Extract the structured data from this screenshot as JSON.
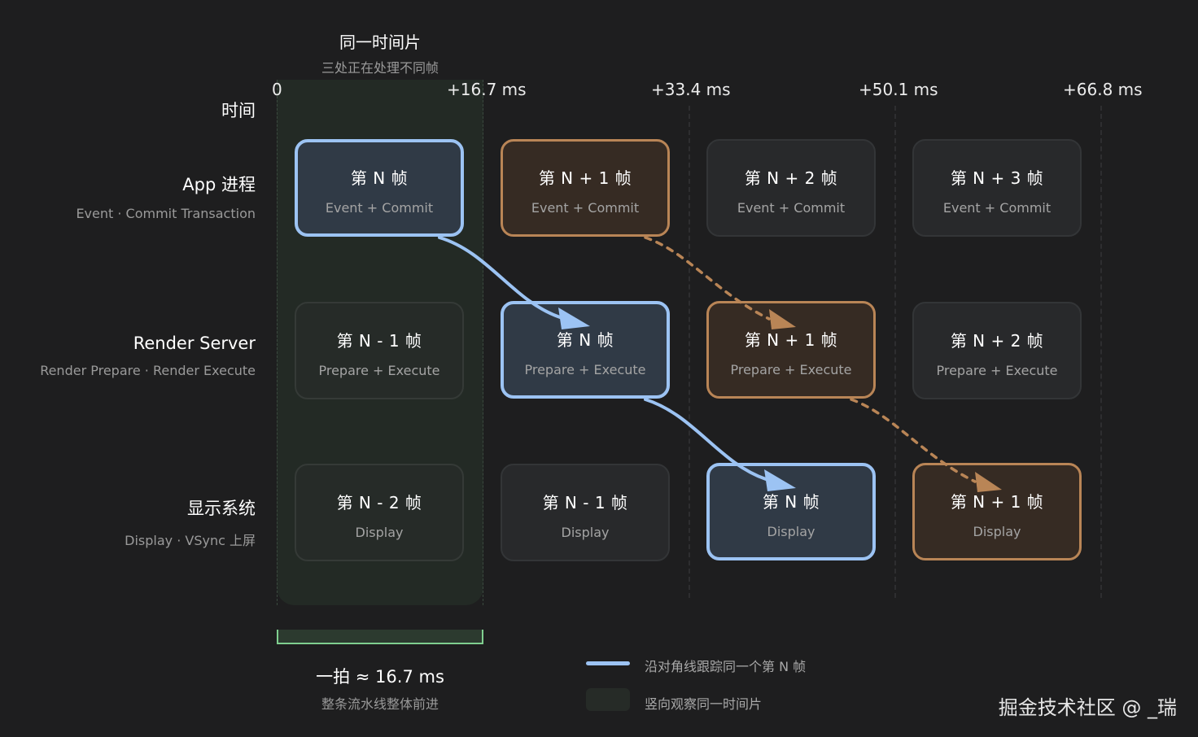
{
  "slice": {
    "title": "同一时间片",
    "subtitle": "三处正在处理不同帧"
  },
  "time_label": "时间",
  "ticks": [
    "0",
    "+16.7 ms",
    "+33.4 ms",
    "+50.1 ms",
    "+66.8 ms"
  ],
  "rows": [
    {
      "title": "App 进程",
      "subtitle": "Event · Commit Transaction"
    },
    {
      "title": "Render Server",
      "subtitle": "Render Prepare · Render Execute"
    },
    {
      "title": "显示系统",
      "subtitle": "Display · VSync 上屏"
    }
  ],
  "cards": [
    [
      {
        "title": "第 N 帧",
        "sub": "Event + Commit",
        "style": "blue"
      },
      {
        "title": "第 N + 1 帧",
        "sub": "Event + Commit",
        "style": "orange"
      },
      {
        "title": "第 N + 2 帧",
        "sub": "Event + Commit",
        "style": "plain"
      },
      {
        "title": "第 N + 3 帧",
        "sub": "Event + Commit",
        "style": "plain"
      }
    ],
    [
      {
        "title": "第 N - 1 帧",
        "sub": "Prepare + Execute",
        "style": "plain"
      },
      {
        "title": "第 N 帧",
        "sub": "Prepare + Execute",
        "style": "blue"
      },
      {
        "title": "第 N + 1 帧",
        "sub": "Prepare + Execute",
        "style": "orange"
      },
      {
        "title": "第 N + 2 帧",
        "sub": "Prepare + Execute",
        "style": "plain"
      }
    ],
    [
      {
        "title": "第 N - 2 帧",
        "sub": "Display",
        "style": "plain"
      },
      {
        "title": "第 N - 1 帧",
        "sub": "Display",
        "style": "plain"
      },
      {
        "title": "第 N 帧",
        "sub": "Display",
        "style": "blue"
      },
      {
        "title": "第 N + 1 帧",
        "sub": "Display",
        "style": "orange"
      }
    ]
  ],
  "beat": {
    "title": "一拍 ≈ 16.7 ms",
    "subtitle": "整条流水线整体前进"
  },
  "legend": [
    {
      "text": "沿对角线跟踪同一个第 N 帧"
    },
    {
      "text": "竖向观察同一时间片"
    }
  ],
  "watermark": "掘金技术社区 @ _瑞",
  "colors": {
    "blue": "#9cc3f3",
    "orange": "#b98556",
    "slice_green": "#7fcf8f"
  }
}
